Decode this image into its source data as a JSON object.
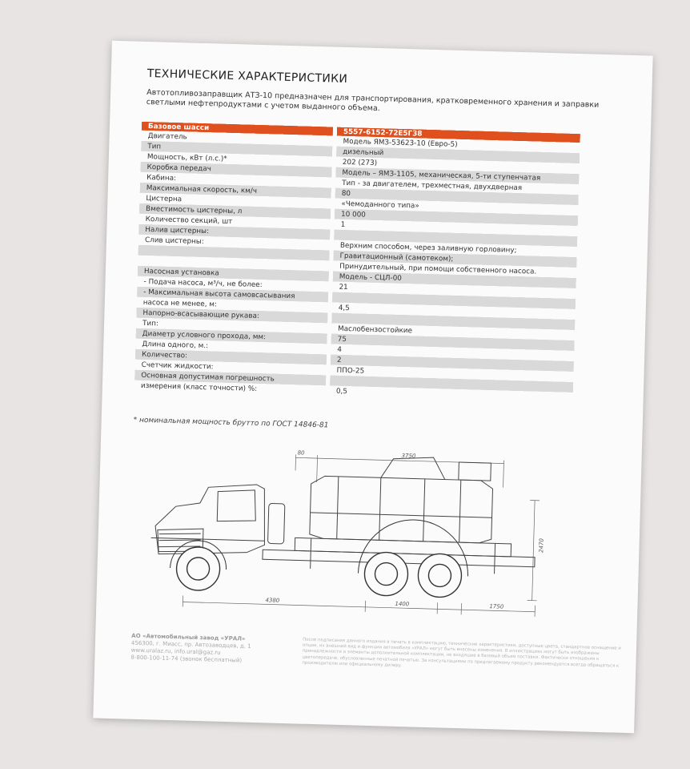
{
  "title": "ТЕХНИЧЕСКИЕ ХАРАКТЕРИСТИКИ",
  "intro": "Автотопливозаправщик АТЗ-10 предназначен для транспортирования, кратковременного хранения и заправки светлыми нефтепродуктами с учетом выданного объема.",
  "table": {
    "header": {
      "label": "Базовое шасси",
      "value": "5557-6152-72Е5Г38"
    },
    "rows": [
      {
        "label": "Двигатель",
        "value": "Модель ЯМЗ-53623-10 (Евро-5)"
      },
      {
        "label": "Тип",
        "value": "дизельный"
      },
      {
        "label": "Мощность, кВт (л.с.)*",
        "value": "202 (273)"
      },
      {
        "label": "Коробка передач",
        "value": "Модель – ЯМЗ-1105, механическая, 5-ти ступенчатая"
      },
      {
        "label": "Кабина:",
        "value": "Тип - за двигателем, трехместная, двухдверная"
      },
      {
        "label": "Максимальная скорость, км/ч",
        "value": "80"
      },
      {
        "label": "Цистерна",
        "value": "«Чемоданного типа»"
      },
      {
        "label": "Вместимость цистерны, л",
        "value": "10 000"
      },
      {
        "label": "Количество секций, шт",
        "value": "1"
      },
      {
        "label": "Налив цистерны:",
        "value": ""
      },
      {
        "label": "Слив цистерны:",
        "value": "Верхним способом, через заливную горловину;"
      },
      {
        "label": "",
        "value": "Гравитационный (самотеком);"
      },
      {
        "label": "",
        "value": "Принудительный, при помощи собственного насоса."
      },
      {
        "label": "Насосная установка",
        "value": "Модель - СЦЛ-00"
      },
      {
        "label": "- Подача насоса, м³/ч, не более:",
        "value": "21"
      },
      {
        "label": "- Максимальная высота самовсасывания",
        "value": ""
      },
      {
        "label": "насоса не менее, м:",
        "value": "4,5"
      },
      {
        "label": "Напорно-всасывающие рукава:",
        "value": ""
      },
      {
        "label": "Тип:",
        "value": "Маслобензостойкие"
      },
      {
        "label": "Диаметр условного прохода, мм:",
        "value": "75"
      },
      {
        "label": "Длина одного, м.:",
        "value": "4"
      },
      {
        "label": "Количество:",
        "value": "2"
      },
      {
        "label": "Счетчик жидкости:",
        "value": "ППО-25"
      },
      {
        "label": "Основная допустимая погрешность",
        "value": ""
      },
      {
        "label": "измерения (класс точности) %:",
        "value": "0,5"
      }
    ]
  },
  "footnote": "* номинальная мощность брутто по ГОСТ 14846-81",
  "drawing": {
    "dimensions": [
      "80",
      "3750",
      "2470",
      "4380",
      "1400",
      "1750"
    ]
  },
  "footer": {
    "company_name": "АО «Автомобильный завод «УРАЛ»",
    "company_address": "456300, г. Миасс, пр. Автозаводцев, д. 1",
    "company_site": "www.uralaz.ru, info.ural@gaz.ru",
    "company_phone": "8-800-100-11-74 (звонок бесплатный)",
    "disclaimer": "После подписания данного издания в печать в комплектацию, технические характеристики, доступные цвета, стандартное оснащение и опции, их внешний вид и функции автомобиля «УРАЛ» могут быть внесены изменения. В иллюстрациях могут быть изображены принадлежности и элементы дополнительной комплектации, не входящие в базовый объем поставки. Фактически отношения к цветопередаче, обусловленные печатной печатью. За консультациями по предлагаемому продукту рекомендуется всегда обращаться к производителю или официальному дилеру."
  },
  "colors": {
    "header_bg": "#e0501e",
    "row_shade": "#d9d9d9",
    "paper": "#fbfbfb",
    "background": "#e7e4e3"
  }
}
